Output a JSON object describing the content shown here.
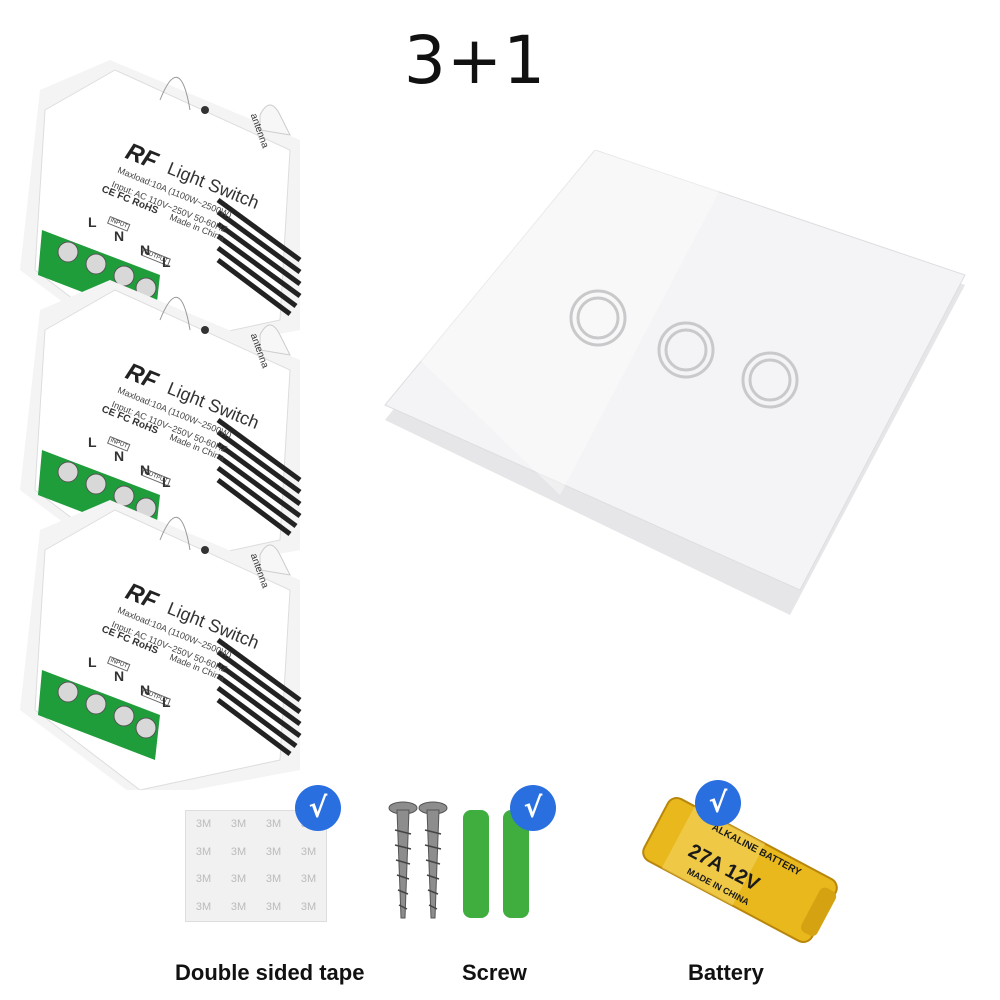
{
  "title": "3+1",
  "module": {
    "brand": "RF",
    "name": "Light Switch",
    "maxload": "Maxload:10A (1100W~2500W)",
    "input": "Input: AC 110V~250V 50-60HZ",
    "marks": "CE FC RoHS",
    "made_in": "Made in China",
    "antenna": "antenna",
    "terminals": [
      "L",
      "N",
      "N",
      "L"
    ],
    "input_tag": "INPUT",
    "output_tag": "OUTPUT"
  },
  "accessories": [
    {
      "label": "Double sided tape",
      "check": "√",
      "tape_mark": "3M"
    },
    {
      "label": "Screw",
      "check": "√"
    },
    {
      "label": "Battery",
      "check": "√",
      "battery_text": [
        "ALKALINE BATTERY",
        "27A 12V",
        "MADE IN CHINA"
      ]
    }
  ],
  "colors": {
    "terminal_green": "#1f9d3a",
    "check_blue": "#2a6fe0",
    "battery_gold": "#e8b81c"
  }
}
